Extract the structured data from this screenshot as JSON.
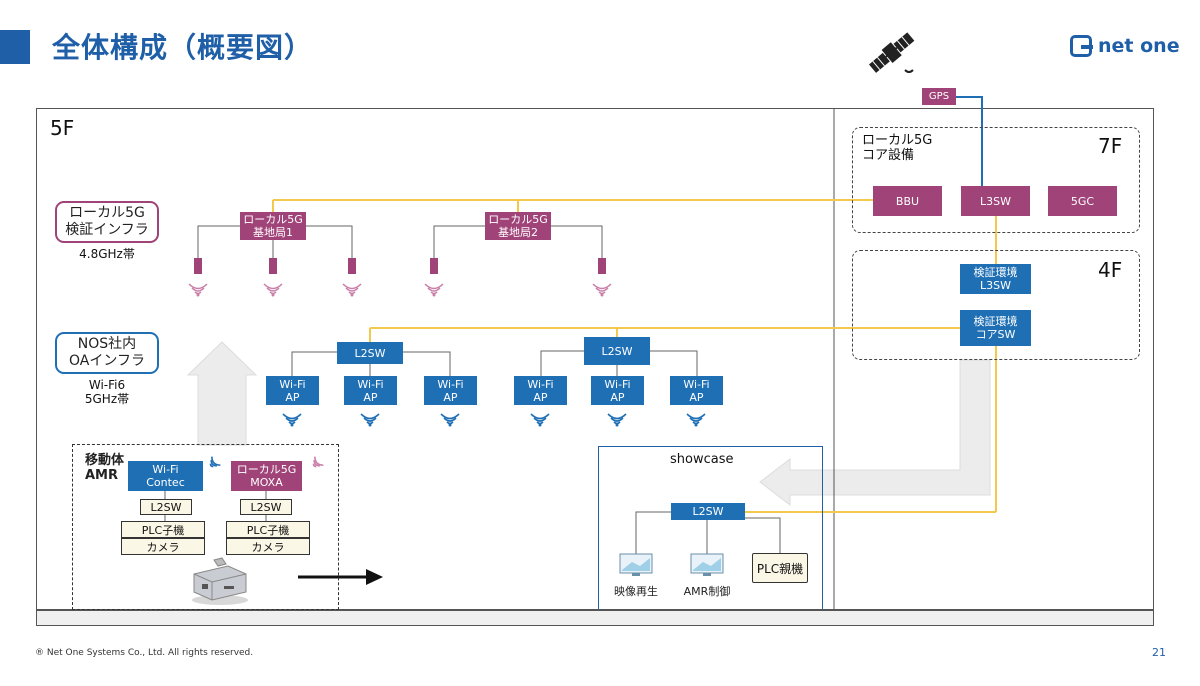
{
  "header": {
    "title": "全体構成（概要図）",
    "logo_text": "net one"
  },
  "colors": {
    "brand_blue": "#1f5fa8",
    "local5g_magenta": "#a04378",
    "wifi_blue": "#1f6fb5",
    "link_yellow": "#f2c94c"
  },
  "floors": {
    "f5": "5F",
    "f7": "7F",
    "f4": "4F"
  },
  "gps": "GPS",
  "core": {
    "title_line1": "ローカル5G",
    "title_line2": "コア設備",
    "bbu": "BBU",
    "l3sw": "L3SW",
    "gc": "5GC"
  },
  "env4f": {
    "l3sw_line1": "検証環境",
    "l3sw_line2": "L3SW",
    "coresw_line1": "検証環境",
    "coresw_line2": "コアSW"
  },
  "legend": {
    "local5g_line1": "ローカル5G",
    "local5g_line2": "検証インフラ",
    "local5g_band": "4.8GHz帯",
    "nos_line1": "NOS社内",
    "nos_line2": "OAインフラ",
    "nos_band_line1": "Wi-Fi6",
    "nos_band_line2": "5GHz帯"
  },
  "base_stations": [
    {
      "line1": "ローカル5G",
      "line2": "基地局1"
    },
    {
      "line1": "ローカル5G",
      "line2": "基地局2"
    }
  ],
  "l2sw_label": "L2SW",
  "wifi_ap": {
    "line1": "Wi-Fi",
    "line2": "AP"
  },
  "amr": {
    "title_line1": "移動体",
    "title_line2": "AMR",
    "wifi_line1": "Wi-Fi",
    "wifi_line2": "Contec",
    "l5g_line1": "ローカル5G",
    "l5g_line2": "MOXA",
    "l2sw": "L2SW",
    "plc": "PLC子機",
    "camera": "カメラ"
  },
  "showcase": {
    "title": "showcase",
    "l2sw": "L2SW",
    "video": "映像再生",
    "amr_control": "AMR制御",
    "plc_parent": "PLC親機"
  },
  "footer": {
    "copyright": "® Net One Systems Co., Ltd. All rights reserved.",
    "page": "21"
  }
}
